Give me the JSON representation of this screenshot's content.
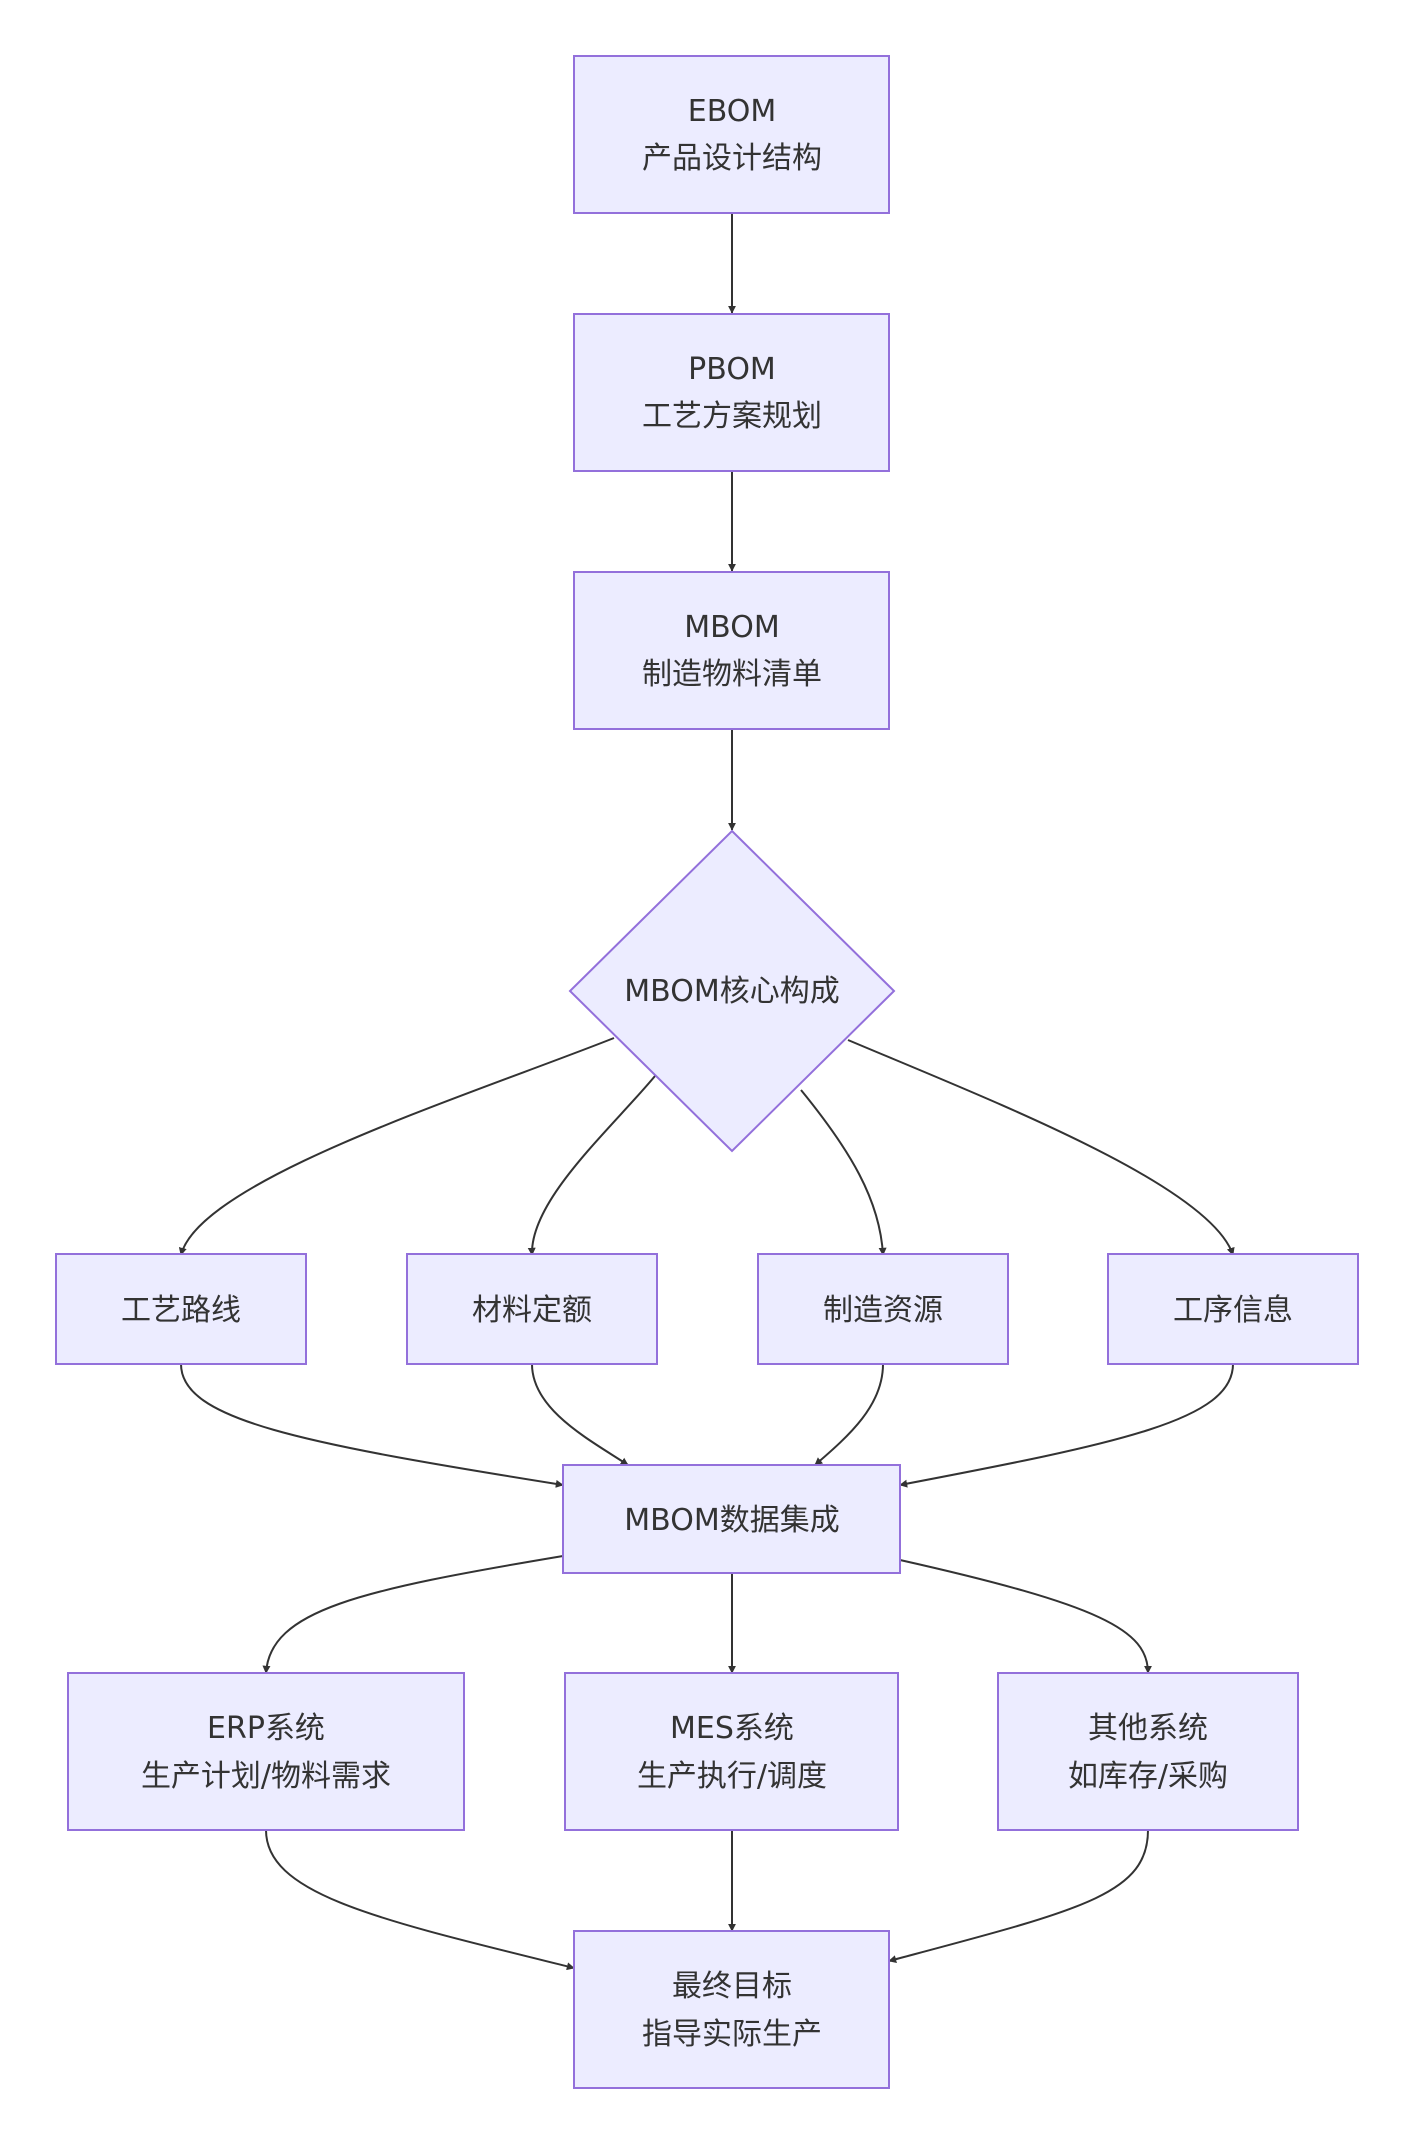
{
  "colors": {
    "node_fill": "#ECECFF",
    "node_stroke": "#9370DB",
    "edge": "#333333",
    "text": "#333333"
  },
  "nodes": {
    "ebom": {
      "line1": "EBOM",
      "line2": "产品设计结构"
    },
    "pbom": {
      "line1": "PBOM",
      "line2": "工艺方案规划"
    },
    "mbom": {
      "line1": "MBOM",
      "line2": "制造物料清单"
    },
    "core": {
      "label": "MBOM核心构成"
    },
    "route": {
      "label": "工艺路线"
    },
    "material": {
      "label": "材料定额"
    },
    "resource": {
      "label": "制造资源"
    },
    "operation": {
      "label": "工序信息"
    },
    "integration": {
      "label": "MBOM数据集成"
    },
    "erp": {
      "line1": "ERP系统",
      "line2": "生产计划/物料需求"
    },
    "mes": {
      "line1": "MES系统",
      "line2": "生产执行/调度"
    },
    "other": {
      "line1": "其他系统",
      "line2": "如库存/采购"
    },
    "goal": {
      "line1": "最终目标",
      "line2": "指导实际生产"
    }
  },
  "edges": [
    {
      "from": "ebom",
      "to": "pbom"
    },
    {
      "from": "pbom",
      "to": "mbom"
    },
    {
      "from": "mbom",
      "to": "core"
    },
    {
      "from": "core",
      "to": "route"
    },
    {
      "from": "core",
      "to": "material"
    },
    {
      "from": "core",
      "to": "resource"
    },
    {
      "from": "core",
      "to": "operation"
    },
    {
      "from": "route",
      "to": "integration"
    },
    {
      "from": "material",
      "to": "integration"
    },
    {
      "from": "resource",
      "to": "integration"
    },
    {
      "from": "operation",
      "to": "integration"
    },
    {
      "from": "integration",
      "to": "erp"
    },
    {
      "from": "integration",
      "to": "mes"
    },
    {
      "from": "integration",
      "to": "other"
    },
    {
      "from": "erp",
      "to": "goal"
    },
    {
      "from": "mes",
      "to": "goal"
    },
    {
      "from": "other",
      "to": "goal"
    }
  ]
}
